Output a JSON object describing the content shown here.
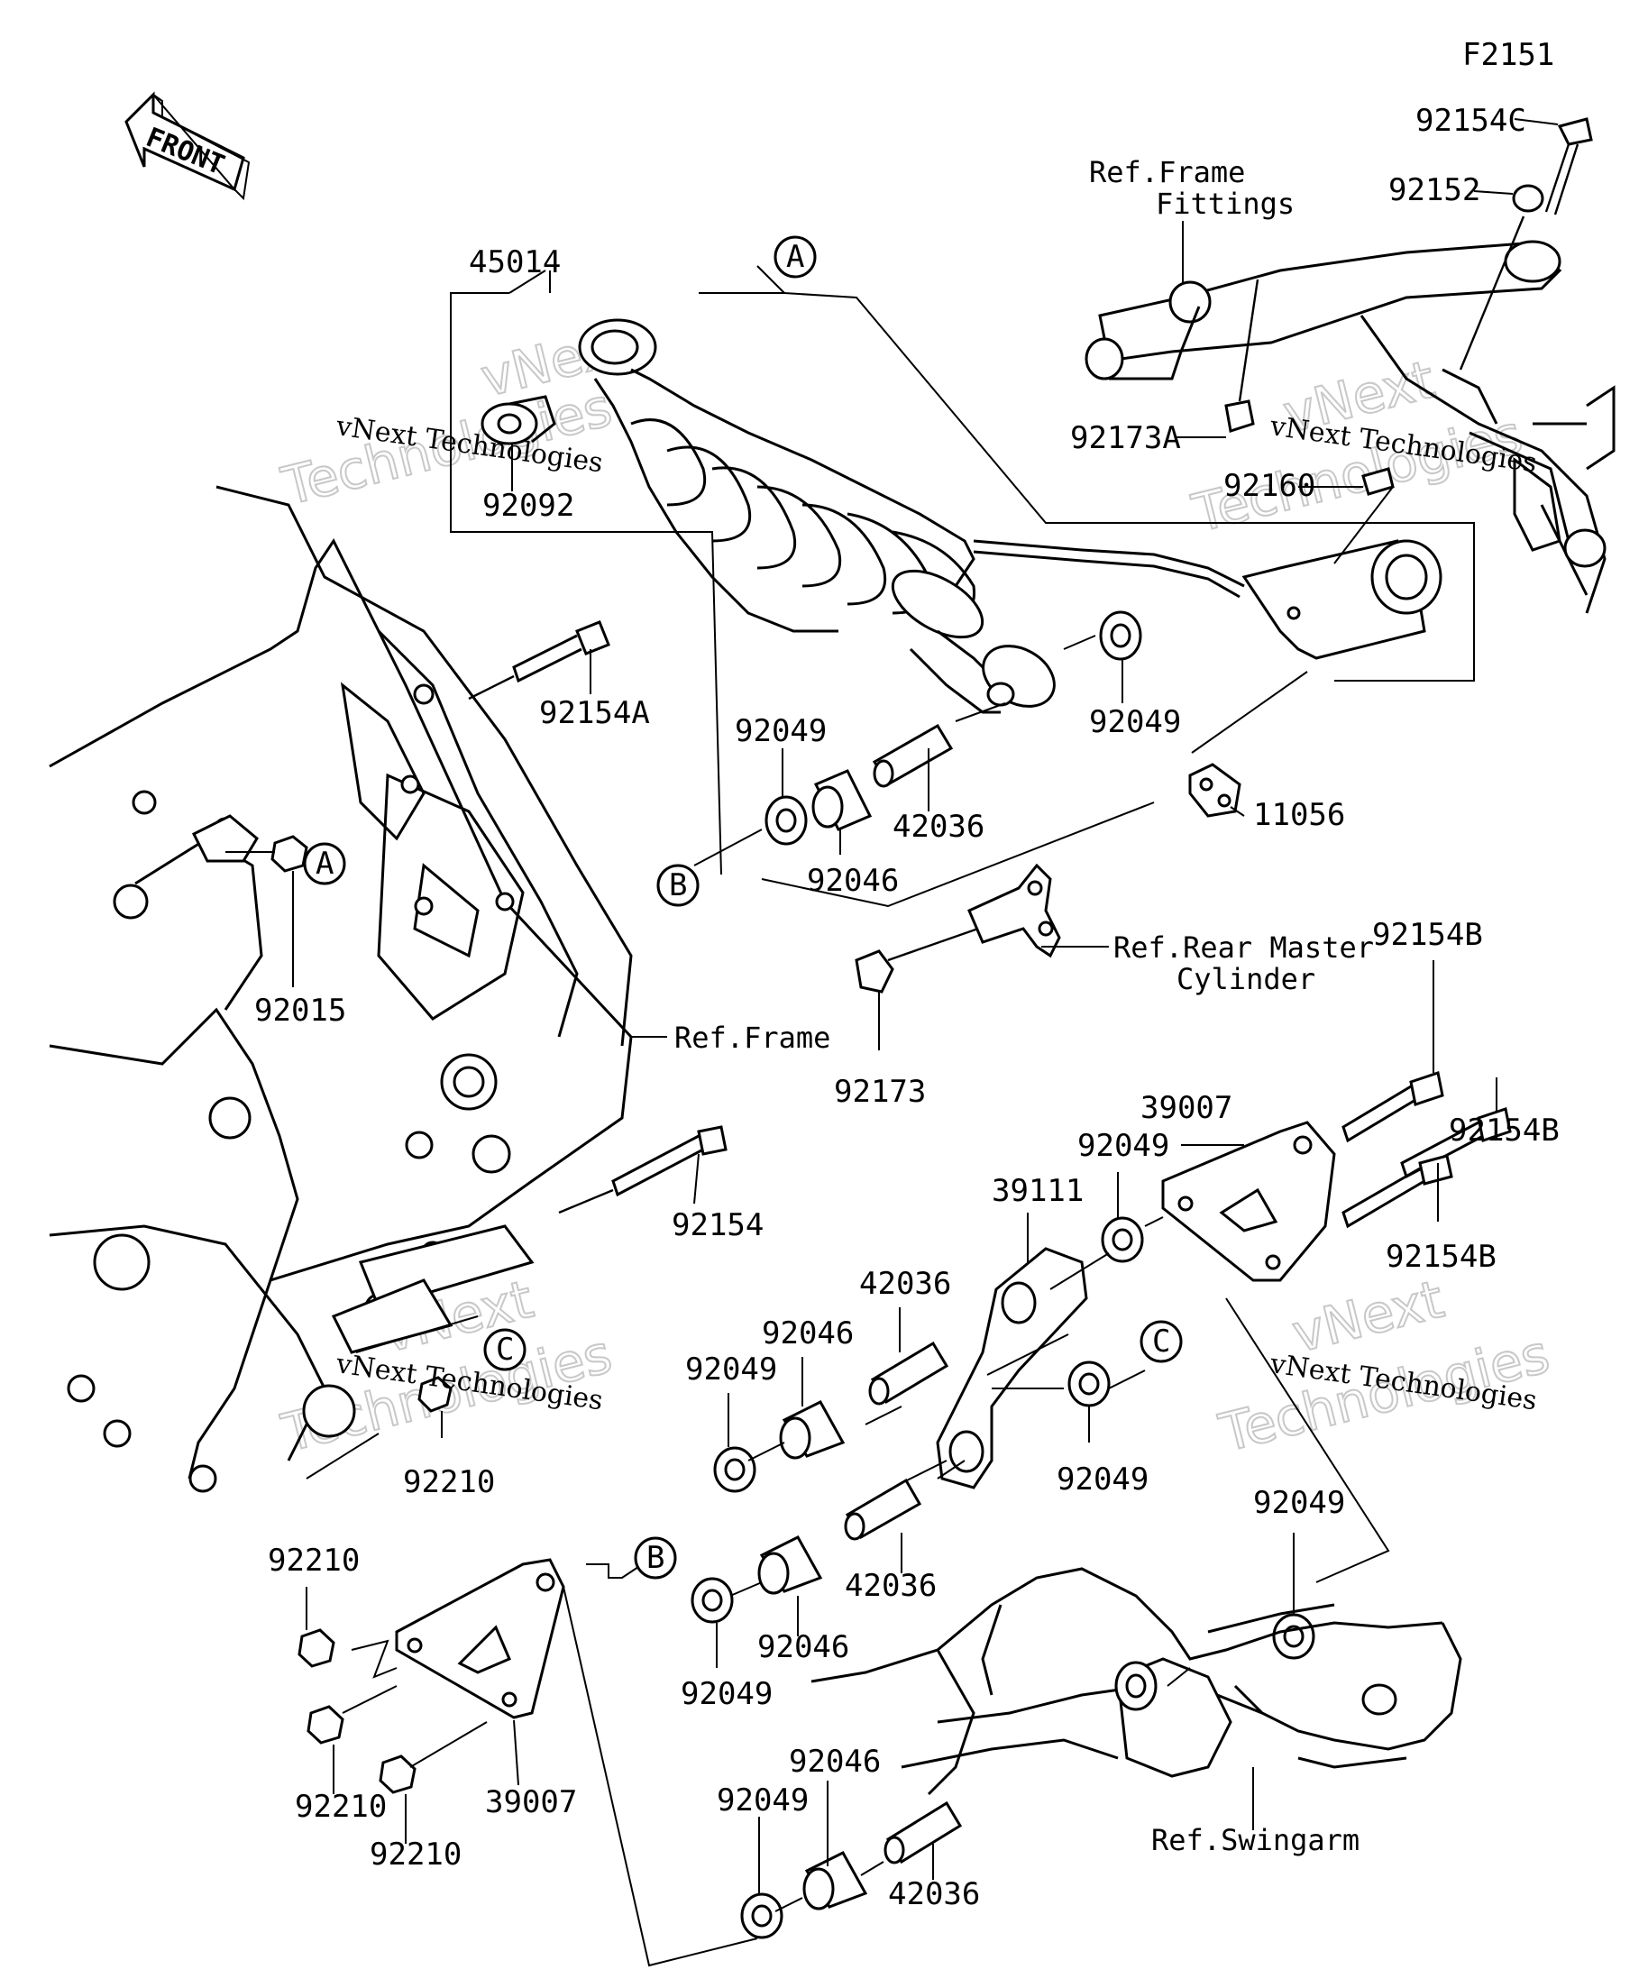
{
  "figure_code": "F2151",
  "front_arrow": {
    "label": "FRONT"
  },
  "callouts": [
    {
      "id": "pn-92154C",
      "text": "92154C"
    },
    {
      "id": "pn-92152",
      "text": "92152"
    },
    {
      "id": "pn-45014",
      "text": "45014"
    },
    {
      "id": "pn-92092",
      "text": "92092"
    },
    {
      "id": "pn-92173A",
      "text": "92173A"
    },
    {
      "id": "pn-92160",
      "text": "92160"
    },
    {
      "id": "pn-92154A",
      "text": "92154A"
    },
    {
      "id": "pn-92049-a",
      "text": "92049"
    },
    {
      "id": "pn-92049-b",
      "text": "92049"
    },
    {
      "id": "pn-42036-a",
      "text": "42036"
    },
    {
      "id": "pn-92046-a",
      "text": "92046"
    },
    {
      "id": "pn-11056",
      "text": "11056"
    },
    {
      "id": "pn-92015",
      "text": "92015"
    },
    {
      "id": "pn-92173",
      "text": "92173"
    },
    {
      "id": "pn-92154B-a",
      "text": "92154B"
    },
    {
      "id": "pn-92154B-b",
      "text": "92154B"
    },
    {
      "id": "pn-92154B-c",
      "text": "92154B"
    },
    {
      "id": "pn-39007-a",
      "text": "39007"
    },
    {
      "id": "pn-92049-c",
      "text": "92049"
    },
    {
      "id": "pn-39111",
      "text": "39111"
    },
    {
      "id": "pn-92154",
      "text": "92154"
    },
    {
      "id": "pn-42036-b",
      "text": "42036"
    },
    {
      "id": "pn-92046-b",
      "text": "92046"
    },
    {
      "id": "pn-92049-d",
      "text": "92049"
    },
    {
      "id": "pn-92049-e",
      "text": "92049"
    },
    {
      "id": "pn-92210-a",
      "text": "92210"
    },
    {
      "id": "pn-92210-b",
      "text": "92210"
    },
    {
      "id": "pn-92210-c",
      "text": "92210"
    },
    {
      "id": "pn-92210-d",
      "text": "92210"
    },
    {
      "id": "pn-39007-b",
      "text": "39007"
    },
    {
      "id": "pn-42036-c",
      "text": "42036"
    },
    {
      "id": "pn-92046-c",
      "text": "92046"
    },
    {
      "id": "pn-92049-f",
      "text": "92049"
    },
    {
      "id": "pn-92049-g",
      "text": "92049"
    },
    {
      "id": "pn-92046-d",
      "text": "92046"
    },
    {
      "id": "pn-92049-h",
      "text": "92049"
    },
    {
      "id": "pn-42036-d",
      "text": "42036"
    }
  ],
  "reference_labels": {
    "frame_fittings_line1": "Ref.Frame",
    "frame_fittings_line2": "Fittings",
    "rear_master_line1": "Ref.Rear Master",
    "rear_master_line2": "Cylinder",
    "frame": "Ref.Frame",
    "swingarm": "Ref.Swingarm"
  },
  "circle_markers": {
    "a": "A",
    "b": "B",
    "c": "C"
  },
  "watermark": {
    "line": "vNext Technologies",
    "word1": "vNext",
    "word2": "Technologies"
  }
}
